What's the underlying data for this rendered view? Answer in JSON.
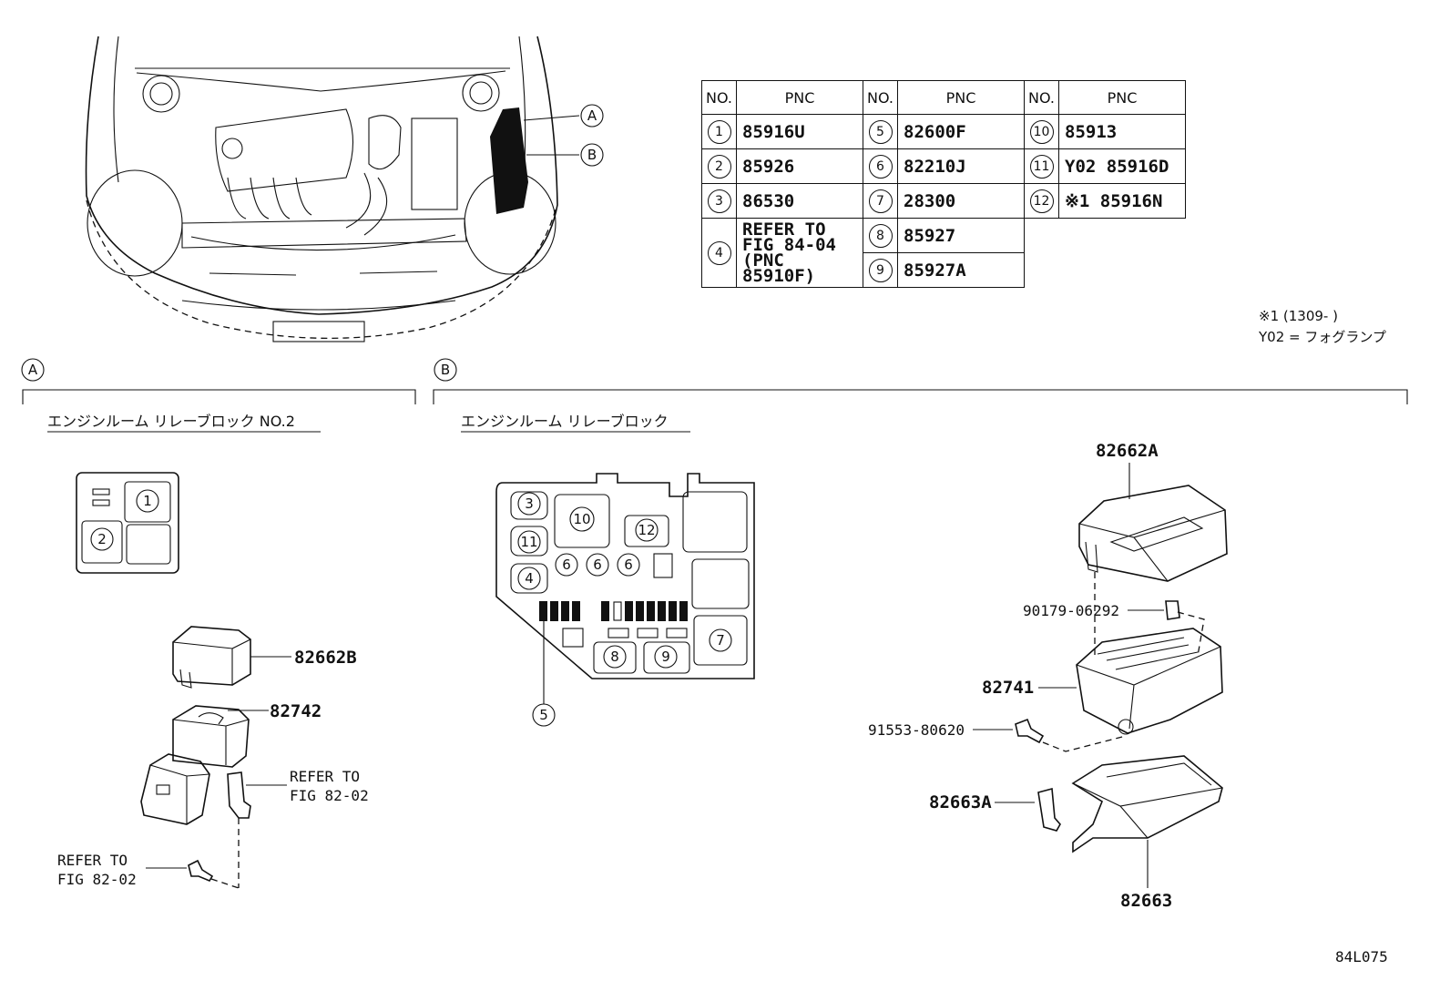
{
  "table": {
    "headers": [
      "NO.",
      "PNC",
      "NO.",
      "PNC",
      "NO.",
      "PNC"
    ],
    "rows": [
      {
        "no": "1",
        "pnc": "85916U"
      },
      {
        "no": "2",
        "pnc": "85926"
      },
      {
        "no": "3",
        "pnc": "86530"
      },
      {
        "no": "4",
        "pnc_lines": [
          "REFER TO",
          "FIG 84-04",
          "(PNC 85910F)"
        ]
      },
      {
        "no": "5",
        "pnc": "82600F"
      },
      {
        "no": "6",
        "pnc": "82210J"
      },
      {
        "no": "7",
        "pnc": "28300"
      },
      {
        "no": "8",
        "pnc": "85927"
      },
      {
        "no": "9",
        "pnc": "85927A"
      },
      {
        "no": "10",
        "pnc": "85913"
      },
      {
        "no": "11",
        "pnc": "Y02 85916D"
      },
      {
        "no": "12",
        "pnc": "※1 85916N"
      }
    ]
  },
  "notes": {
    "line1": "※1 (1309-      )",
    "line2": "Y02 = フォグランプ"
  },
  "callouts": {
    "a": "A",
    "b": "B"
  },
  "section_a": {
    "title": "エンジンルーム  リレーブロック NO.2",
    "block_numbers": [
      "1",
      "2"
    ],
    "parts": {
      "cover": "82662B",
      "block": "82742",
      "refer1_l1": "REFER TO",
      "refer1_l2": "FIG 82-02",
      "refer2_l1": "REFER TO",
      "refer2_l2": "FIG 82-02"
    }
  },
  "section_b": {
    "title": "エンジンルーム  リレーブロック",
    "block_numbers": [
      "3",
      "10",
      "12",
      "11",
      "6",
      "6",
      "6",
      "4",
      "8",
      "9",
      "7",
      "5"
    ],
    "parts": {
      "cover": "82662A",
      "clip": "90179-06292",
      "block": "82741",
      "bolt": "91553-80620",
      "bracket": "82663A",
      "lower_case": "82663"
    }
  },
  "figure_code": "84L075"
}
